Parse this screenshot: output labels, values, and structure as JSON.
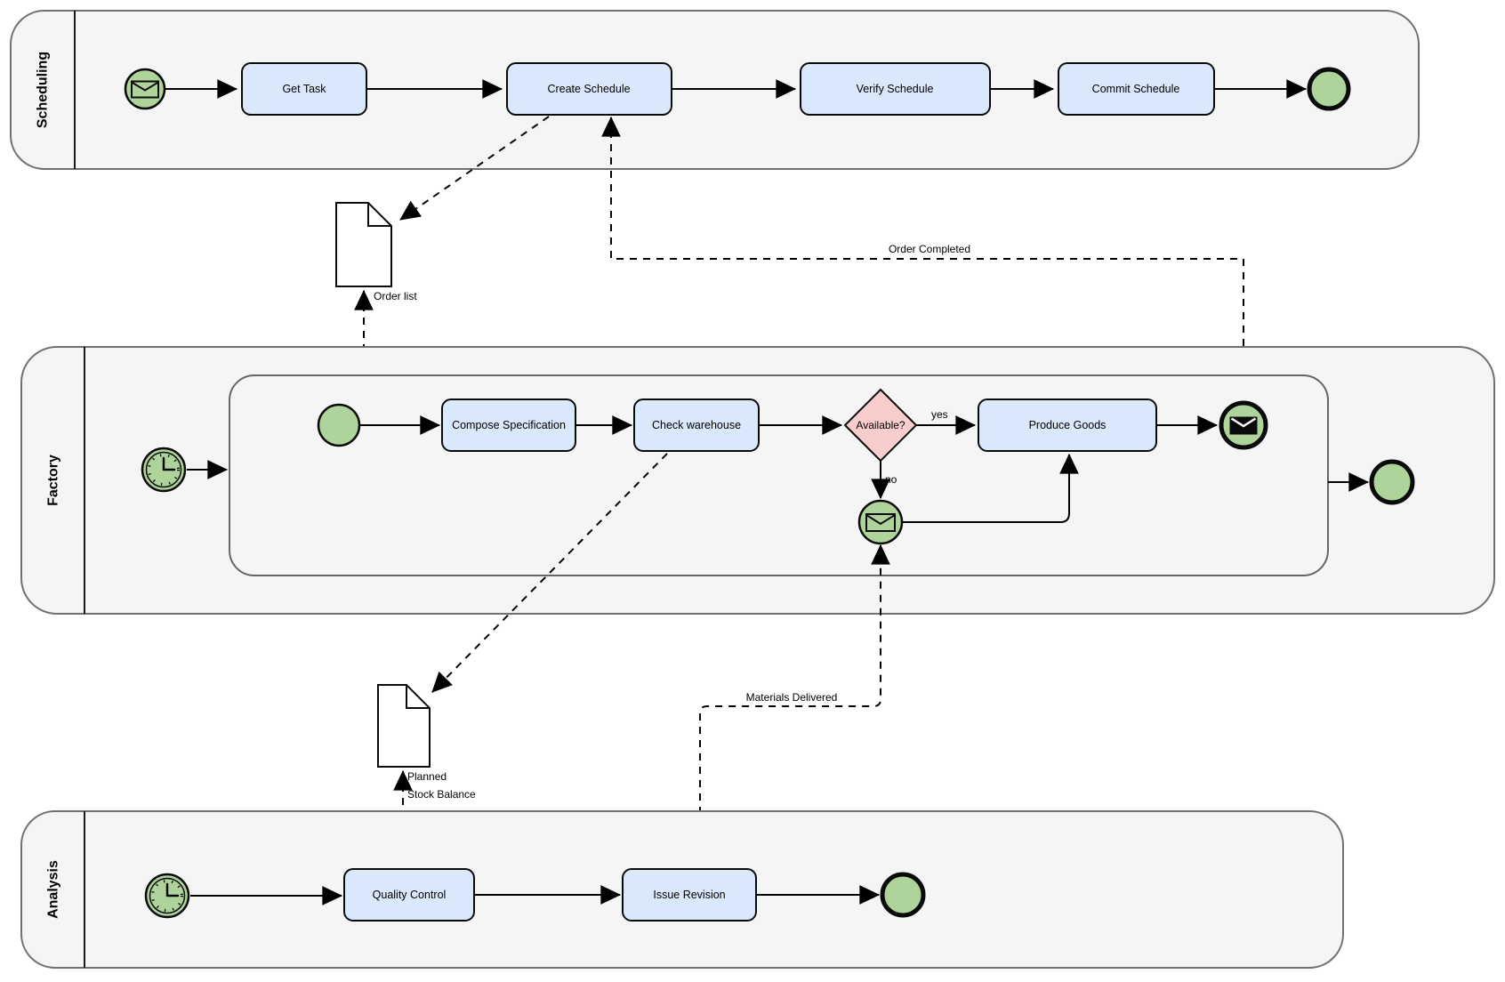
{
  "lanes": [
    {
      "label": "Scheduling"
    },
    {
      "label": "Factory"
    },
    {
      "label": "Analysis"
    }
  ],
  "scheduling": {
    "tasks": [
      {
        "label": "Get Task"
      },
      {
        "label": "Create Schedule"
      },
      {
        "label": "Verify Schedule"
      },
      {
        "label": "Commit Schedule"
      }
    ]
  },
  "factory": {
    "tasks": [
      {
        "label": "Compose Specification"
      },
      {
        "label": "Check warehouse"
      },
      {
        "label": "Produce Goods"
      }
    ],
    "gateway": {
      "label": "Available?",
      "yes_label": "yes",
      "no_label": "no"
    }
  },
  "analysis": {
    "tasks": [
      {
        "label": "Quality Control"
      },
      {
        "label": "Issue Revision"
      }
    ]
  },
  "documents": [
    {
      "label": "Order list"
    },
    {
      "label_lines": [
        "Planned",
        "Stock Balance"
      ]
    }
  ],
  "message_flows": [
    {
      "label": "Order Completed"
    },
    {
      "label": "Materials Delivered"
    }
  ],
  "colors": {
    "lane_fill": "#f5f5f5",
    "lane_stroke": "#707070",
    "divider_stroke": "#1a1a1a",
    "subprocess_stroke": "#666666",
    "node_stroke": "#0a0a0a",
    "task_fill": "#dae8fc",
    "event_fill": "#aed49c",
    "gateway_fill": "#f8cecc",
    "flow_stroke": "#000000",
    "text_color": "#000000",
    "page_bg": "#ffffff"
  }
}
